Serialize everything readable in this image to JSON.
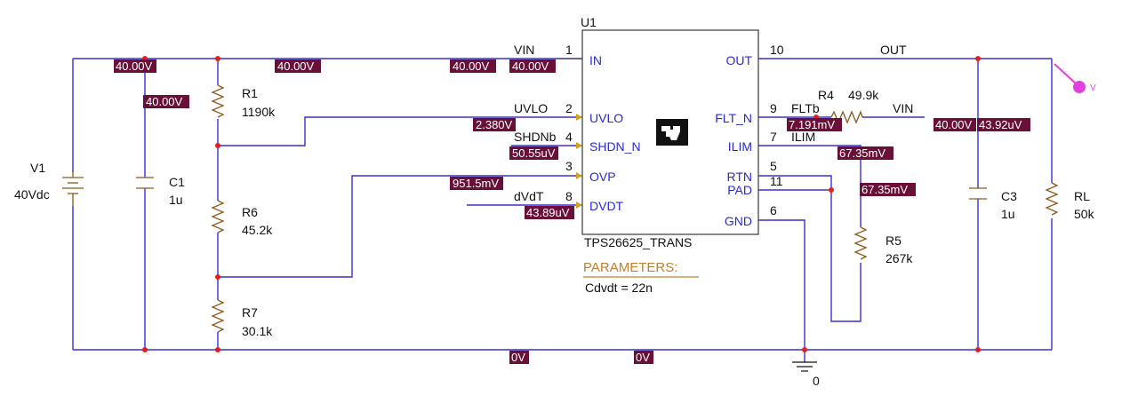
{
  "colors": {
    "wire": "#3a2ed0",
    "component": "#8a5a1a",
    "voltage_flag": "#6a1038",
    "pin_label": "#2a2ad0",
    "parameters": "#c08030",
    "probe": "#e040e0"
  },
  "ic": {
    "ref": "U1",
    "part": "TPS26625_TRANS",
    "logo": "ti-logo-icon",
    "pins_left": [
      {
        "num": "1",
        "name": "IN",
        "net": "VIN"
      },
      {
        "num": "2",
        "name": "UVLO",
        "net": "UVLO"
      },
      {
        "num": "4",
        "name": "SHDN_N",
        "net": "SHDNb"
      },
      {
        "num": "3",
        "name": "OVP",
        "net": ""
      },
      {
        "num": "8",
        "name": "DVDT",
        "net": "dVdT"
      }
    ],
    "pins_right": [
      {
        "num": "10",
        "name": "OUT",
        "net": "OUT"
      },
      {
        "num": "9",
        "name": "FLT_N",
        "net": "FLTb"
      },
      {
        "num": "7",
        "name": "ILIM",
        "net": "ILIM"
      },
      {
        "num": "5",
        "name": "RTN",
        "net": ""
      },
      {
        "num": "11",
        "name": "PAD",
        "net": ""
      },
      {
        "num": "6",
        "name": "GND",
        "net": ""
      }
    ]
  },
  "parameters": {
    "header": "PARAMETERS:",
    "value": "Cdvdt = 22n"
  },
  "components": {
    "V1": {
      "ref": "V1",
      "value": "40Vdc"
    },
    "C1": {
      "ref": "C1",
      "value": "1u"
    },
    "R1": {
      "ref": "R1",
      "value": "1190k"
    },
    "R6": {
      "ref": "R6",
      "value": "45.2k"
    },
    "R7": {
      "ref": "R7",
      "value": "30.1k"
    },
    "R4": {
      "ref": "R4",
      "value": "49.9k"
    },
    "R5": {
      "ref": "R5",
      "value": "267k"
    },
    "C3": {
      "ref": "C3",
      "value": "1u"
    },
    "RL": {
      "ref": "RL",
      "value": "50k"
    }
  },
  "nets": {
    "vin_ref": "VIN",
    "ground": "0"
  },
  "probe_label": "V",
  "voltages": {
    "top_v1": "40.00V",
    "top_c1": "40.00V",
    "top_mid": "40.00V",
    "top_wire": "40.00V",
    "in_pin": "40.00V",
    "uvlo": "2.380V",
    "shdn": "50.55uV",
    "ovp": "951.5mV",
    "dvdt": "43.89uV",
    "flt": "7.191mV",
    "r4_vin": "40.00V",
    "out_probe": "43.92uV",
    "ilim": "67.35mV",
    "r5_top": "67.35mV",
    "gnd_a": "0V",
    "gnd_b": "0V"
  }
}
